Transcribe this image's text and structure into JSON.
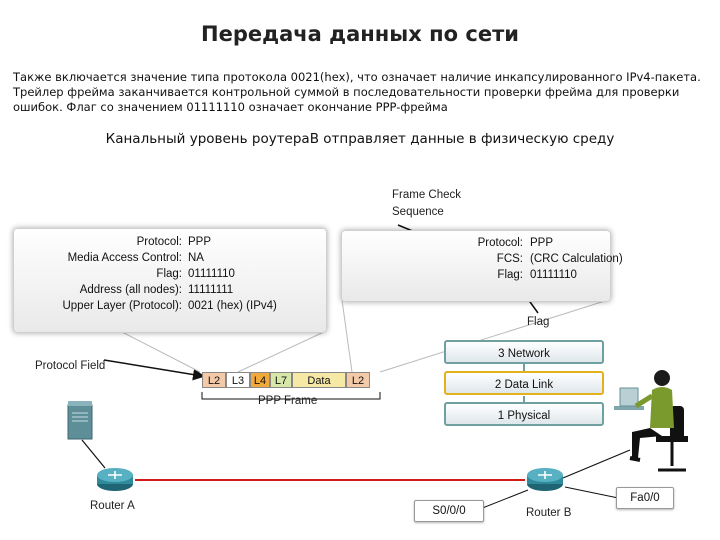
{
  "title": "Передача данных по сети",
  "paragraph": "Также включается значение типа протокола 0021(hex), что означает наличие инкапсулированного IPv4-пакета. Трейлер фрейма заканчивается контрольной суммой в последовательности проверки фрейма для проверки ошибок. Флаг со значением 01111110 означает окончание PPP-фрейма",
  "subtitle": "Канальный уровень роутераB отправляет данные в физическую среду",
  "left_callout": {
    "rows": [
      {
        "label": "Protocol:",
        "value": "PPP"
      },
      {
        "label": "Media Access Control:",
        "value": "NA"
      },
      {
        "label": "Flag:",
        "value": "01111110"
      },
      {
        "label": "Address (all nodes):",
        "value": "11111111"
      },
      {
        "label": "Upper Layer (Protocol):",
        "value": "0021 (hex) (IPv4)"
      }
    ]
  },
  "right_callout": {
    "rows": [
      {
        "label": "Protocol:",
        "value": "PPP"
      },
      {
        "label": "FCS:",
        "value": "(CRC Calculation)"
      },
      {
        "label": "Flag:",
        "value": "01111110"
      }
    ]
  },
  "labels": {
    "fcs_line1": "Frame Check",
    "fcs_line2": "Sequence",
    "flag": "Flag",
    "protocol_field": "Protocol Field",
    "ppp_frame": "PPP Frame"
  },
  "frame_segments": [
    {
      "text": "L2",
      "color": "#f4c9a8"
    },
    {
      "text": "L3",
      "color": "#ffffff"
    },
    {
      "text": "L4",
      "color": "#f2a93b"
    },
    {
      "text": "L7",
      "color": "#d6e7a7"
    },
    {
      "text": "Data",
      "color": "#f6e9a6"
    },
    {
      "text": "L2",
      "color": "#f4c9a8"
    }
  ],
  "layers": [
    {
      "text": "3 Network"
    },
    {
      "text": "2 Data Link"
    },
    {
      "text": "1 Physical"
    }
  ],
  "routers": {
    "a_label": "Router A",
    "b_label": "Router B",
    "s_interface": "S0/0/0",
    "fa_interface": "Fa0/0"
  },
  "colors": {
    "serial_link": "#d11a1a",
    "active_layer_border": "#e3b11c",
    "layer_border": "#6f9f9f",
    "router_body": "#2f8a9b"
  }
}
